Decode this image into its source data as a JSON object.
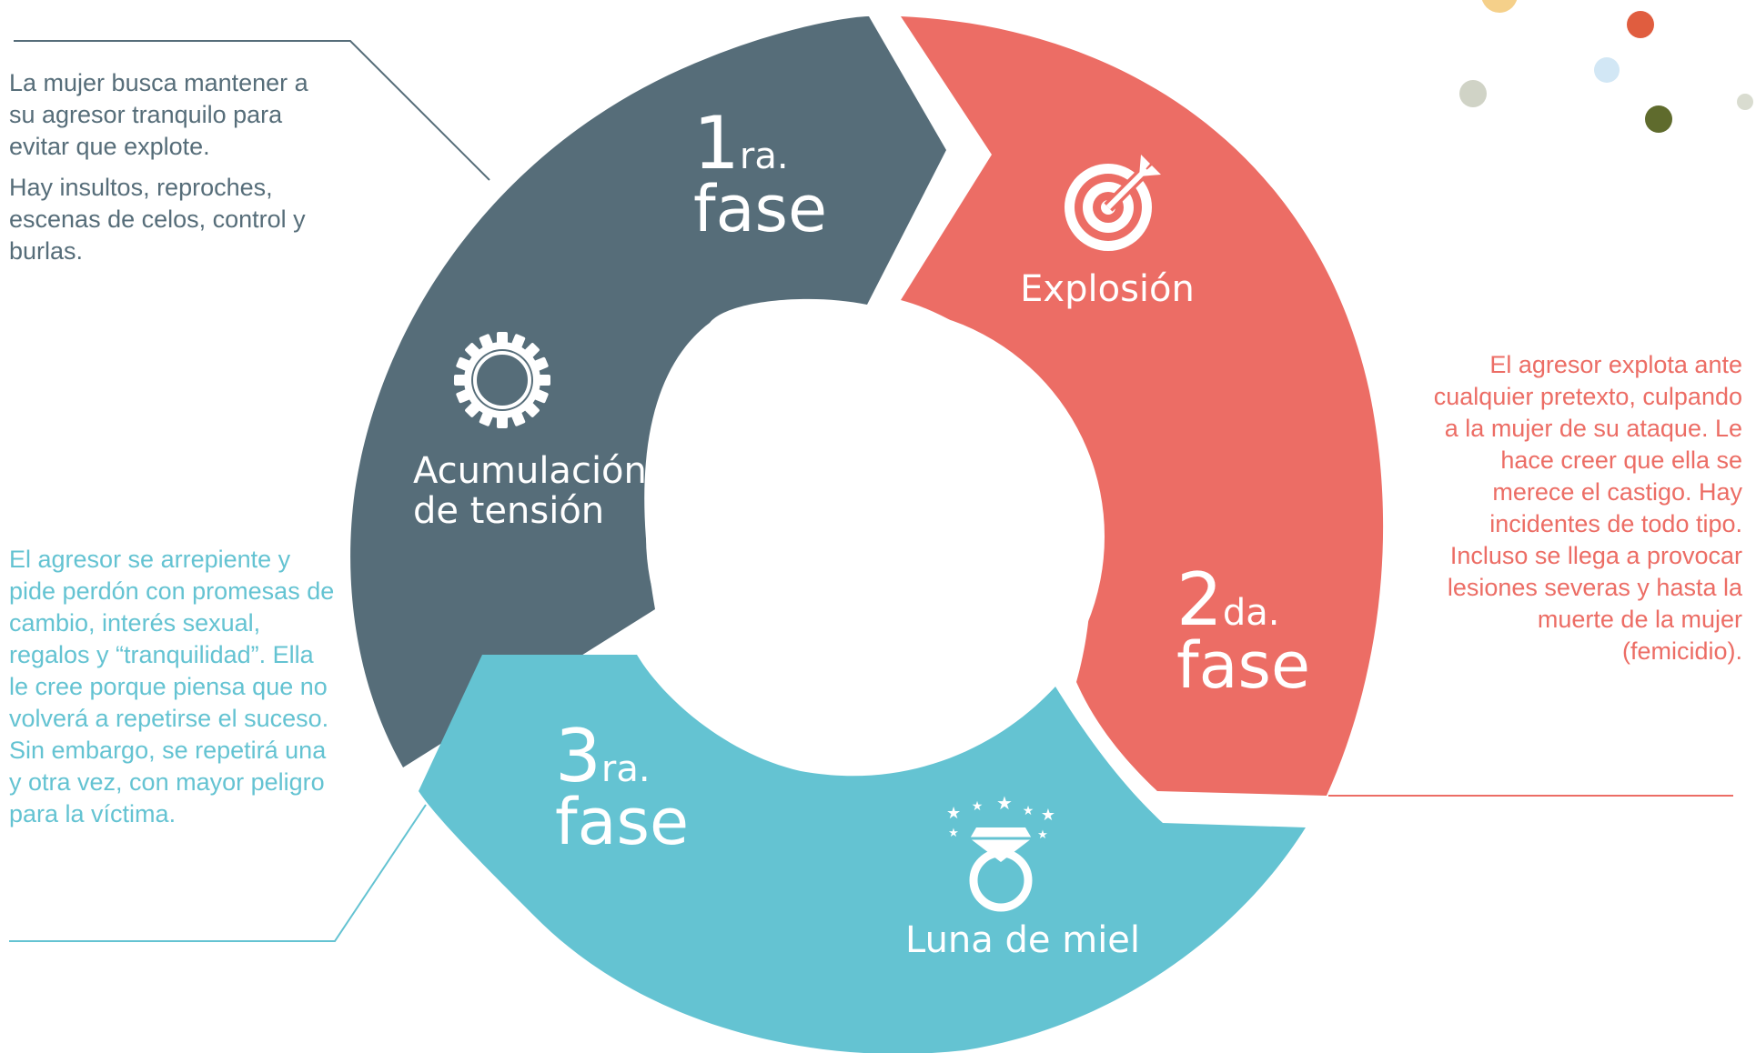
{
  "phases": [
    {
      "number": "1",
      "suffix": "ra.",
      "word": "fase",
      "title_lines": [
        "Acumulación",
        "de tensión"
      ],
      "icon": "gear-icon",
      "color": "#566d79",
      "description": [
        "La mujer busca mantener a su agresor tranquilo para evitar que explote.",
        "Hay insultos, reproches, escenas de celos, control y burlas."
      ]
    },
    {
      "number": "2",
      "suffix": "da.",
      "word": "fase",
      "title_lines": [
        "Explosión"
      ],
      "icon": "target-icon",
      "color": "#ec6d65",
      "description": [
        "El agresor explota ante cualquier pretexto, culpando a la mujer de su ataque. Le hace creer que ella se merece el castigo. Hay incidentes de todo tipo. Incluso se llega a provocar lesiones severas y hasta la muerte de la mujer (femicidio)."
      ]
    },
    {
      "number": "3",
      "suffix": "ra.",
      "word": "fase",
      "title_lines": [
        "Luna de miel"
      ],
      "icon": "diamond-ring-icon",
      "color": "#64c3d2",
      "description": [
        "El agresor se arrepiente y pide perdón con promesas de cambio, interés sexual, regalos y “tranquilidad”. Ella le cree porque piensa que no volverá a repetirse el suceso. Sin embargo, se repetirá una y otra vez, con mayor peligro para la víctima."
      ]
    }
  ],
  "text_color_dark": "#566d79",
  "decor_dots": [
    "#f5d08a",
    "#e05d3f",
    "#d2e7f5",
    "#d0d3c6",
    "#5f6b2d",
    "#d9dcd0"
  ]
}
